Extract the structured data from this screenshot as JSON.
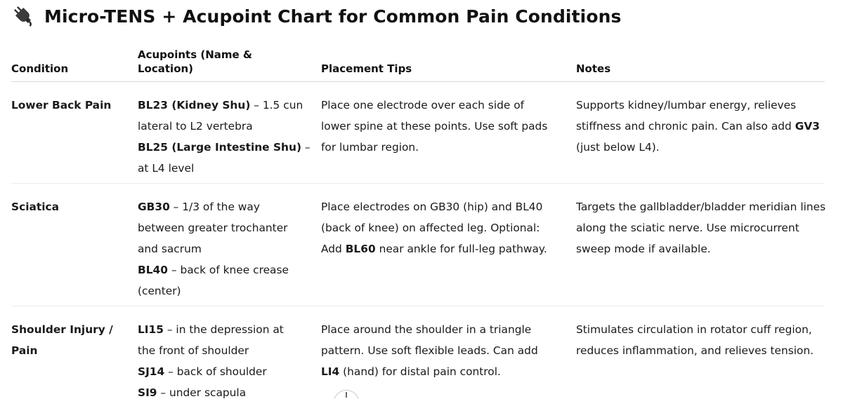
{
  "title": "Micro-TENS + Acupoint Chart for Common Pain Conditions",
  "title_icon": "electric-plug-icon",
  "columns": {
    "condition": "Condition",
    "acupoints_line1": "Acupoints (Name &",
    "acupoints_line2": "Location)",
    "tips": "Placement Tips",
    "notes": "Notes"
  },
  "rows": [
    {
      "condition_lines": [
        "Lower Back Pain"
      ],
      "acupoints": {
        "p1_bold": "BL23 (Kidney Shu)",
        "p1_rest": " – 1.5 cun",
        "p1_line2": "lateral to L2 vertebra",
        "p2_bold": "BL25 (Large Intestine Shu)",
        "p2_rest": " –",
        "p2_line2": "at L4 level"
      },
      "tips_lines": [
        "Place one electrode over each side of",
        "lower spine at these points. Use soft pads",
        "for lumbar region."
      ],
      "notes": {
        "l1": "Supports kidney/lumbar energy, relieves",
        "l2_pre": "stiffness and chronic pain. Can also add ",
        "l2_bold": "GV3",
        "l3": "(just below L4)."
      }
    },
    {
      "condition_lines": [
        "Sciatica"
      ],
      "acupoints": {
        "p1_bold": "GB30",
        "p1_rest": " – 1/3 of the way",
        "p1_line2": "between greater trochanter",
        "p1_line3": "and sacrum",
        "p2_bold": "BL40",
        "p2_rest": " – back of knee crease",
        "p2_line2": "(center)"
      },
      "tips": {
        "l1": "Place electrodes on GB30 (hip) and BL40",
        "l2": "(back of knee) on affected leg. Optional:",
        "l3_pre": "Add ",
        "l3_bold": "BL60",
        "l3_post": " near ankle for full-leg pathway."
      },
      "notes_lines": [
        "Targets the gallbladder/bladder meridian lines",
        "along the sciatic nerve. Use microcurrent",
        "sweep mode if available."
      ]
    },
    {
      "condition_lines": [
        "Shoulder Injury /",
        "Pain"
      ],
      "acupoints": {
        "p1_bold": "LI15",
        "p1_rest": " – in the depression at",
        "p1_line2": "the front of shoulder",
        "p2_bold": "SJ14",
        "p2_rest": " – back of shoulder",
        "p3_bold": "SI9",
        "p3_rest": " – under scapula"
      },
      "tips": {
        "l1": "Place around the shoulder in a triangle",
        "l2": "pattern. Use soft flexible leads. Can add",
        "l3_bold": "LI4",
        "l3_post": " (hand) for distal pain control."
      },
      "notes_lines": [
        "Stimulates circulation in rotator cuff region,",
        "reduces inflammation, and relieves tension."
      ]
    }
  ],
  "scroll_button_icon": "chevron-down-icon"
}
